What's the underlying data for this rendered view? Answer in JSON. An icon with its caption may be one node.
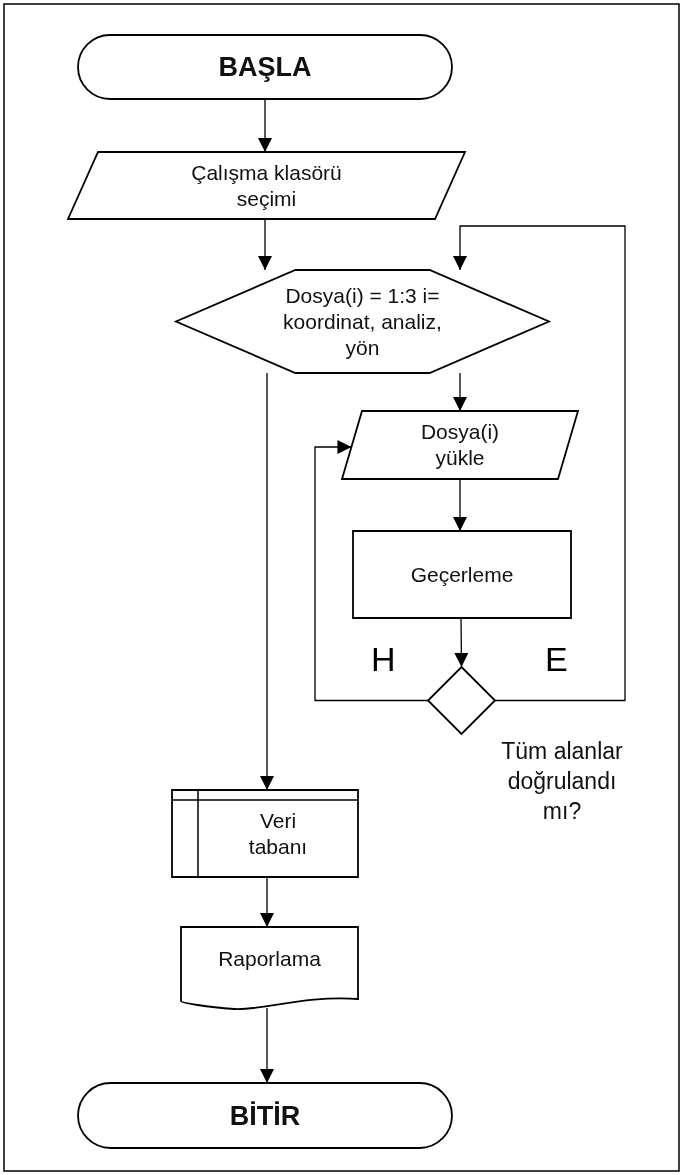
{
  "diagram": {
    "nodes": [
      {
        "text": [
          "BAŞLA"
        ]
      },
      {
        "text": [
          "Çalışma klasörü seçimi"
        ]
      },
      {
        "text": [
          "Dosya(i) = 1:3 i= koordinat, analiz, yön"
        ]
      },
      {
        "text": [
          "Dosya(i) yükle"
        ]
      },
      {
        "text": [
          "Geçerleme"
        ]
      },
      {
        "text": [],
        "shape": "diamond",
        "beside": [
          "Tüm alanlar doğrulandı mı?"
        ]
      },
      {
        "text": [
          "Veri tabanı"
        ]
      },
      {
        "text": [
          "Raporlama"
        ]
      },
      {
        "text": [
          "BİTİR"
        ]
      }
    ],
    "edges": [
      {
        "from": 0,
        "to": 1,
        "arrow": "to"
      },
      {
        "from": 1,
        "to": 2,
        "arrow": "to"
      },
      {
        "from": 2,
        "to": 3,
        "arrow": "to"
      },
      {
        "from": 3,
        "to": 4,
        "arrow": "to"
      },
      {
        "from": 4,
        "to": 5,
        "arrow": "to"
      },
      {
        "from": 5,
        "to": 2,
        "label": "E",
        "arrow": "to"
      },
      {
        "from": 5,
        "to": 3,
        "label": "H",
        "arrow": "to"
      },
      {
        "from": 2,
        "to": 6,
        "arrow": "to"
      },
      {
        "from": 6,
        "to": 7,
        "arrow": "to"
      },
      {
        "from": 7,
        "to": 8,
        "arrow": "to"
      }
    ]
  }
}
